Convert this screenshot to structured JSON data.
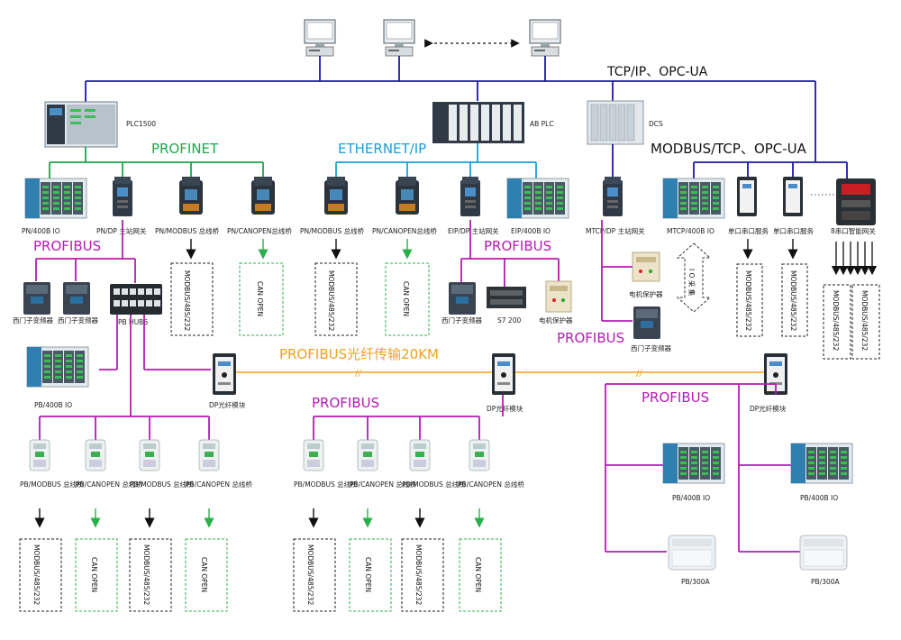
{
  "colors": {
    "tcp": "#1a1aa8",
    "profinet": "#19a84a",
    "ethernet": "#1aa0d8",
    "profibus": "#b31cb3",
    "fiber": "#f0a020",
    "modbus_tcp": "#1a1aa8",
    "device_dark": "#2f3a46",
    "device_blue": "#2f7fb0",
    "io_green": "#3e9a4c",
    "arrow_black": "#111111",
    "arrow_green": "#2ab04a"
  },
  "top": {
    "tcp_label": "TCP/IP、OPC-UA",
    "plc1500": "PLC1500",
    "ab_plc": "AB PLC",
    "dcs": "DCS"
  },
  "networks": {
    "profinet": "PROFINET",
    "ethernet_ip": "ETHERNET/IP",
    "modbus_tcp": "MODBUS/TCP、OPC-UA",
    "profibus_left": "PROFIBUS",
    "profibus_mid": "PROFIBUS",
    "profibus_dcs": "PROFIBUS",
    "fiber": "PROFIBUS光纤传输20KM",
    "profibus_lower_mid": "PROFIBUS",
    "profibus_lower_right": "PROFIBUS"
  },
  "row1": [
    "PN/400B IO",
    "PN/DP 主站网关",
    "PN/MODBUS 总线桥",
    "PN/CANOPEN总线桥",
    "PN/MODBUS 总线桥",
    "PN/CANOPEN总线桥",
    "EIP/DP 主站网关",
    "EIP/400B IO",
    "MTCP/DP 主站网关",
    "MTCP/400B IO",
    "单口串口服务",
    "单口串口服务",
    "8串口智能网关"
  ],
  "boxes": {
    "modbus": "MODBUS/485/232",
    "canopen": "CAN OPEN",
    "modbus_short": "MODBUS/485/232",
    "can_opn": "CAN OPEN"
  },
  "row2": {
    "inverter1": "西门子变频器",
    "inverter2": "西门子变频器",
    "pb_hub": "PB HUB6",
    "inverter3": "西门子变频器",
    "s7_200": "S7 200",
    "motor_protector": "电机保护器",
    "io_collect": "I O 采 集",
    "motor_protector2": "电机保护器",
    "inverter4": "西门子变频器"
  },
  "row3": {
    "pb_400b_io": "PB/400B IO",
    "dp_fiber1": "DP光纤模块",
    "dp_fiber2": "DP光纤模块",
    "dp_fiber3": "DP光纤模块"
  },
  "row4": [
    "PB/MODBUS 总线桥",
    "PB/CANOPEN 总线桥",
    "PB/MODBUS 总线桥",
    "PB/CANOPEN 总线桥",
    "PB/MODBUS 总线桥",
    "PB/CANOPEN 总线桥",
    "PB/MODBUS 总线桥",
    "PB/CANOPEN 总线桥"
  ],
  "row4_right": {
    "io1": "PB/400B IO",
    "io2": "PB/400B IO",
    "r1": "PB/300A",
    "r2": "PB/300A"
  }
}
